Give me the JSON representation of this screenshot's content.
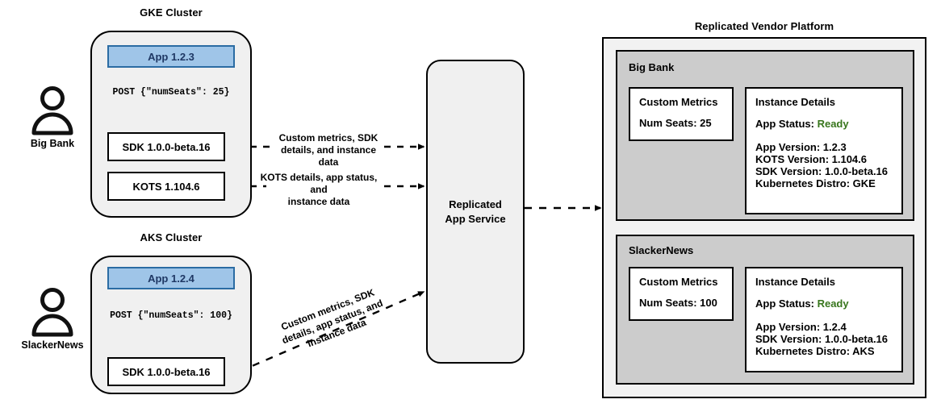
{
  "diagram": {
    "title_gke": "GKE Cluster",
    "title_aks": "AKS Cluster",
    "title_platform": "Replicated Vendor Platform"
  },
  "actors": [
    {
      "name": "Big Bank",
      "icon": "person-icon"
    },
    {
      "name": "SlackerNews",
      "icon": "person-icon"
    }
  ],
  "gke_cluster": {
    "title": "GKE Cluster",
    "app_box": "App 1.2.3",
    "post_label": "POST {\"numSeats\": 25}",
    "sdk_box": "SDK 1.0.0-beta.16",
    "kots_box": "KOTS 1.104.6"
  },
  "aks_cluster": {
    "title": "AKS Cluster",
    "app_box": "App 1.2.4",
    "post_label": "POST {\"numSeats\": 100}",
    "sdk_box": "SDK 1.0.0-beta.16"
  },
  "service": {
    "line1": "Replicated",
    "line2": "App Service"
  },
  "edges": {
    "sdk_to_service_line1": "Custom metrics, SDK",
    "sdk_to_service_line2": "details, and instance data",
    "kots_to_service_line1": "KOTS details, app status, and",
    "kots_to_service_line2": "instance data",
    "aks_to_service_line1": "Custom metrics, SDK",
    "aks_to_service_line2": "details, app status, and",
    "aks_to_service_line3": "instance data"
  },
  "platform": {
    "title": "Replicated Vendor Platform",
    "tenants": [
      {
        "name": "Big Bank",
        "metrics": {
          "title": "Custom Metrics",
          "seats": "Num Seats: 25"
        },
        "instance": {
          "title": "Instance Details",
          "status_label": "App Status:",
          "status_value": "Ready",
          "lines": [
            "App Version: 1.2.3",
            "KOTS Version: 1.104.6",
            "SDK Version: 1.0.0-beta.16",
            "Kubernetes Distro: GKE"
          ]
        }
      },
      {
        "name": "SlackerNews",
        "metrics": {
          "title": "Custom Metrics",
          "seats": "Num Seats: 100"
        },
        "instance": {
          "title": "Instance Details",
          "status_label": "App Status:",
          "status_value": "Ready",
          "lines": [
            "App Version: 1.2.4",
            "SDK Version: 1.0.0-beta.16",
            "Kubernetes Distro: AKS"
          ]
        }
      }
    ]
  },
  "colors": {
    "app_fill": "#9FC5E8",
    "app_border": "#2B6CA3",
    "app_text": "#1F3864",
    "cluster_fill": "#F0F0F0",
    "platform_fill": "#F2F2F2",
    "tenant_fill": "#CCCCCC",
    "ready_green": "#38761D",
    "stroke": "#000000"
  }
}
